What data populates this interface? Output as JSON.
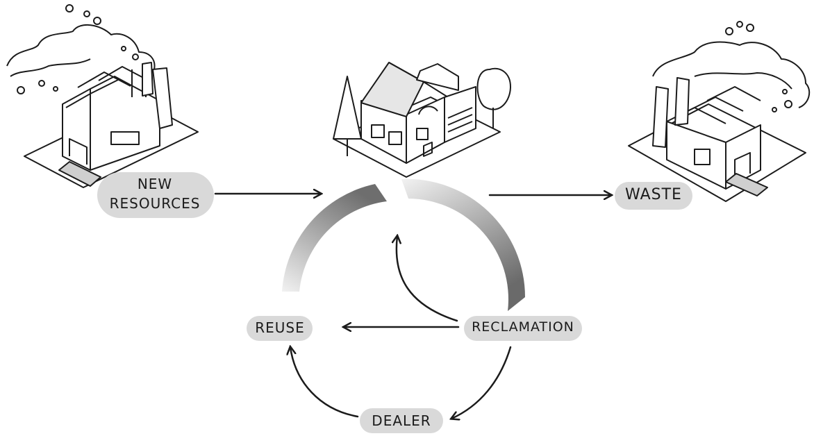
{
  "labels": {
    "new_resources": [
      "NEW",
      "RESOURCES"
    ],
    "waste": "WASTE",
    "reuse": "REUSE",
    "reclamation": "RECLAMATION",
    "dealer": "DEALER"
  },
  "colors": {
    "ink": "#1b1b1b",
    "label_blob": "#d9d9d9",
    "arc_dark": "#7a7a7a",
    "arc_light": "#ececec"
  },
  "icons": [
    "factory-smoke-icon",
    "house-icon",
    "tree-icon",
    "factory-smoke-icon"
  ]
}
